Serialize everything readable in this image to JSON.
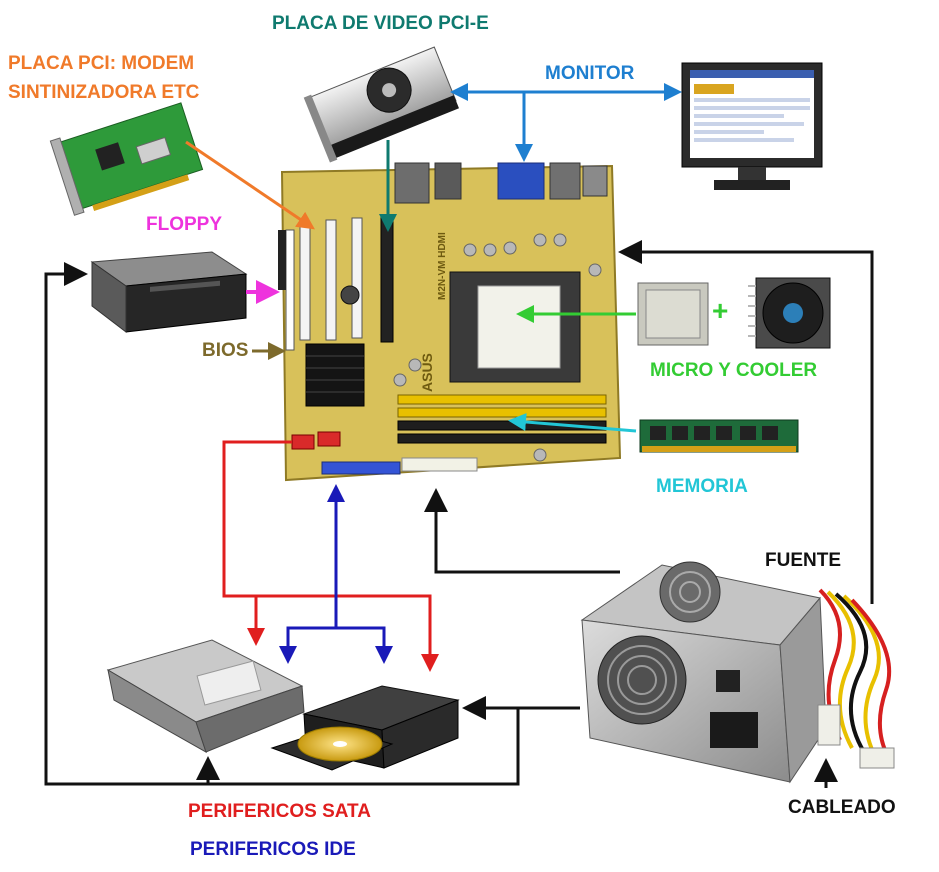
{
  "labels": {
    "video_card": "PLACA DE VIDEO PCI-E",
    "pci_card_line1": "PLACA PCI: MODEM",
    "pci_card_line2": "SINTINIZADORA ETC",
    "monitor": "MONITOR",
    "floppy": "FLOPPY",
    "bios": "BIOS",
    "cpu_cooler": "MICRO Y COOLER",
    "memory": "MEMORIA",
    "power_supply": "FUENTE",
    "cabling": "CABLEADO",
    "sata": "PERIFERICOS SATA",
    "ide": "PERIFERICOS IDE",
    "board_brand": "ASUS",
    "board_model": "M2N-VM HDMI"
  },
  "colors": {
    "video_card": "#0f7a6f",
    "pci_card": "#f07a2a",
    "monitor": "#1e7fd0",
    "floppy": "#ee33dd",
    "bios": "#7d6a2c",
    "cpu_cooler": "#33cc33",
    "memory": "#22c6d6",
    "power_supply": "#111111",
    "sata": "#e01e1e",
    "ide": "#1a1ab8",
    "board": "#d8c15a"
  }
}
